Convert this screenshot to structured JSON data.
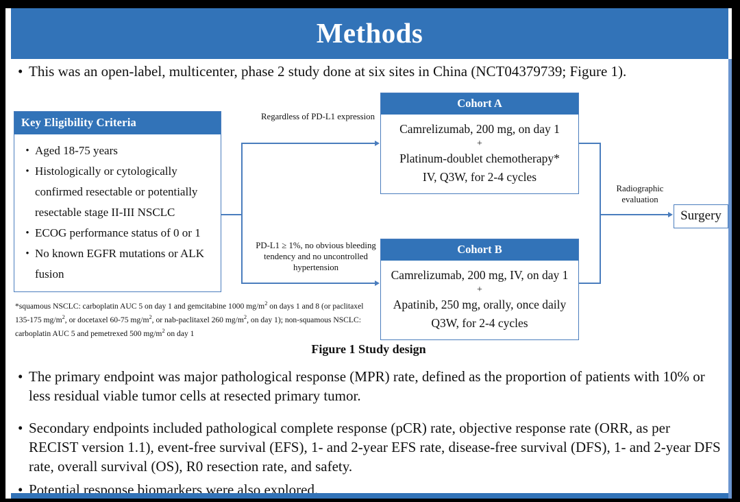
{
  "slide": {
    "title": "Methods",
    "accent_color": "#3273b8",
    "border_color": "#4a7dbd",
    "frame_color": "#000000",
    "text_color": "#111111"
  },
  "intro": {
    "bullet_marker": "•",
    "text": "This was an open-label, multicenter, phase 2 study done at six sites in China (NCT04379739; Figure 1)."
  },
  "figure": {
    "caption": "Figure 1 Study design",
    "eligibility": {
      "header": "Key  Eligibility Criteria",
      "bullet_marker": "•",
      "items": [
        "Aged 18-75 years",
        "Histologically or cytologically confirmed resectable or potentially resectable stage II-III  NSCLC",
        "ECOG performance status of 0 or 1",
        "No known EGFR mutations or ALK fusion"
      ]
    },
    "footnote": {
      "line1_a": "*squamous NSCLC: carboplatin AUC 5 on day 1 and gemcitabine 1000 mg/m",
      "sup1": "2",
      "line1_b": " on days 1 and 8 (or paclitaxel 135-175  mg/m",
      "sup2": "2",
      "line2_b": ", or docetaxel 60-75 mg/m",
      "sup3": "2",
      "line2_c": ", or nab-paclitaxel 260 mg/m",
      "sup4": "2",
      "line2_d": ", on day 1); non-squamous NSCLC: carboplatin AUC 5 and pemetrexed 500 mg/m",
      "sup5": "2",
      "line3_e": " on day 1"
    },
    "cohort_a": {
      "header": "Cohort A",
      "line1": "Camrelizumab, 200 mg, on day 1",
      "plus": "+",
      "line2": "Platinum-doublet chemotherapy*",
      "line3": "IV, Q3W, for 2-4 cycles"
    },
    "cohort_b": {
      "header": "Cohort B",
      "line1": "Camrelizumab, 200 mg, IV, on day 1",
      "plus": "+",
      "line2": "Apatinib, 250 mg, orally, once daily",
      "line3": "Q3W, for 2-4 cycles"
    },
    "connector_a_label": "Regardless  of PD-L1 expression",
    "connector_b_label": "PD-L1 ≥ 1%, no obvious bleeding tendency and no uncontrolled  hypertension",
    "connector_surgery_label": "Radiographic evaluation",
    "surgery_box": "Surgery"
  },
  "endpoints": {
    "bullet_marker": "•",
    "items": [
      "The primary endpoint was major pathological response (MPR) rate, defined as the proportion of patients with 10% or less residual viable tumor cells at resected primary tumor.",
      "Secondary endpoints included pathological complete response (pCR) rate, objective response rate (ORR, as per RECIST version 1.1), event-free survival (EFS), 1- and 2-year EFS rate, disease-free survival (DFS), 1- and 2-year DFS rate, overall survival (OS), R0 resection rate, and safety.",
      "Potential response biomarkers were also explored."
    ]
  }
}
